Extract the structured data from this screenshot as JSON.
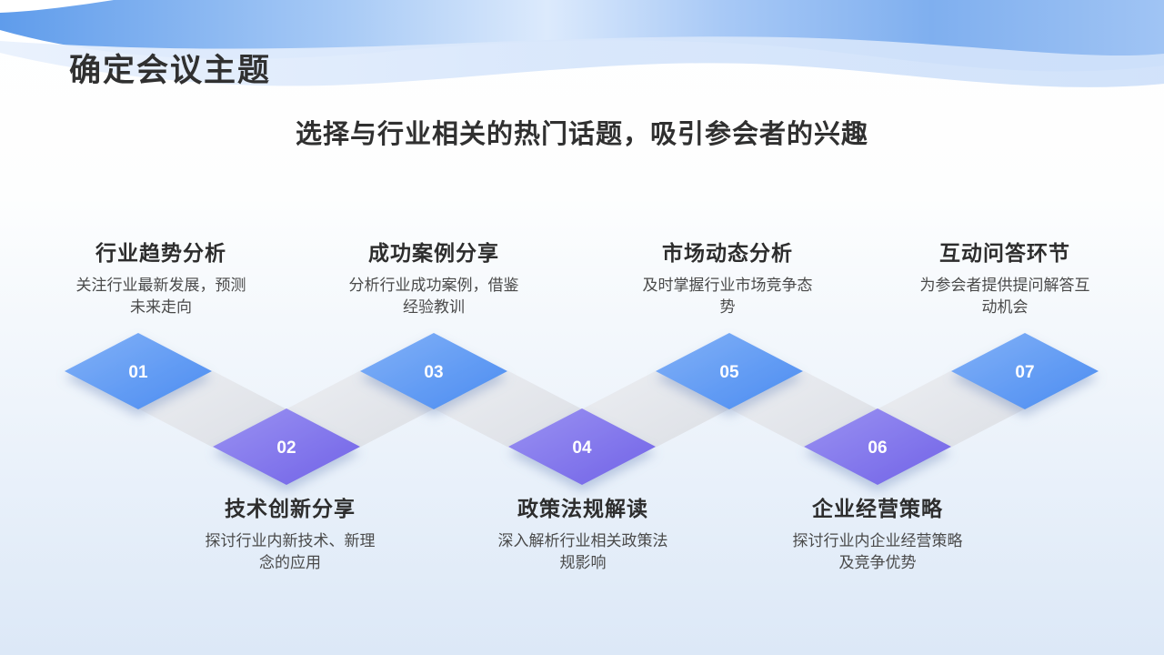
{
  "slide": {
    "title": "确定会议主题",
    "subtitle": "选择与行业相关的热门话题，吸引参会者的兴趣"
  },
  "topics": [
    {
      "num": "01",
      "title": "行业趋势分析",
      "desc": "关注行业最新发展，预测未来走向",
      "row": "top"
    },
    {
      "num": "02",
      "title": "技术创新分享",
      "desc": "探讨行业内新技术、新理念的应用",
      "row": "bottom"
    },
    {
      "num": "03",
      "title": "成功案例分享",
      "desc": "分析行业成功案例，借鉴经验教训",
      "row": "top"
    },
    {
      "num": "04",
      "title": "政策法规解读",
      "desc": "深入解析行业相关政策法规影响",
      "row": "bottom"
    },
    {
      "num": "05",
      "title": "市场动态分析",
      "desc": "及时掌握行业市场竞争态势",
      "row": "top"
    },
    {
      "num": "06",
      "title": "企业经营策略",
      "desc": "探讨行业内企业经营策略及竞争优势",
      "row": "bottom"
    },
    {
      "num": "07",
      "title": "互动问答环节",
      "desc": "为参会者提供提问解答互动机会",
      "row": "top"
    }
  ],
  "colors": {
    "blue_diamond_start": "#82b1f7",
    "blue_diamond_end": "#4b8cf1",
    "purple_diamond_start": "#9a92f2",
    "purple_diamond_end": "#7162e7",
    "ribbon_gray": "#e1e4e9",
    "header_blue": "#5f9ceb",
    "title_text": "#303030",
    "desc_text": "#4a4a4a"
  }
}
